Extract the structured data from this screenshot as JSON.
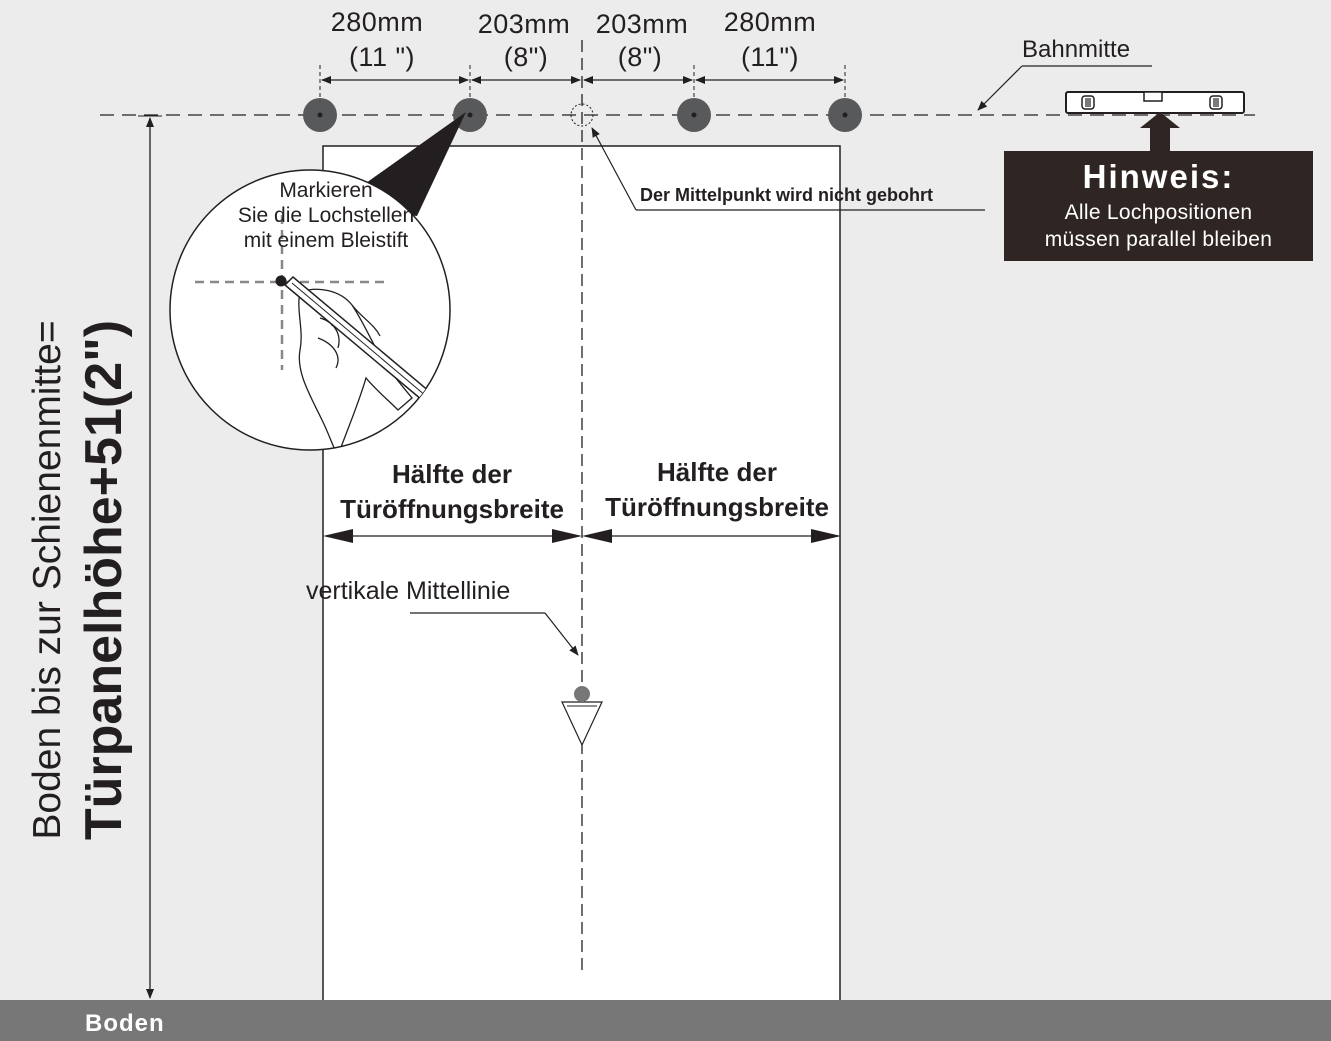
{
  "dimensions": {
    "d1_mm": "280mm",
    "d1_in": "(11 \")",
    "d2_mm": "203mm",
    "d2_in": "(8\")",
    "d3_mm": "203mm",
    "d3_in": "(8\")",
    "d4_mm": "280mm",
    "d4_in": "(11\")"
  },
  "labels": {
    "track_center": "Bahnmitte",
    "center_not_drilled": "Der Mittelpunkt wird nicht gebohrt",
    "mark_holes_1": "Markieren",
    "mark_holes_2": "Sie die Lochstellen",
    "mark_holes_3": "mit einem Bleistift",
    "half_width_title": "Hälfte der",
    "half_width_sub": "Türöffnungsbreite",
    "vertical_centerline": "vertikale Mittellinie",
    "floor": "Boden"
  },
  "note": {
    "title": "Hinweis:",
    "line1": "Alle Lochpositionen",
    "line2": "müssen parallel bleiben"
  },
  "height_formula": {
    "line1": "Boden bis zur Schienenmitte=",
    "line2": "Türpanelhöhe+51(2\")"
  },
  "colors": {
    "background": "#ececec",
    "ink": "#231f20",
    "hole_fill": "#58595b",
    "note_box": "#2f2623",
    "floor": "#777777",
    "door": "#ffffff"
  }
}
